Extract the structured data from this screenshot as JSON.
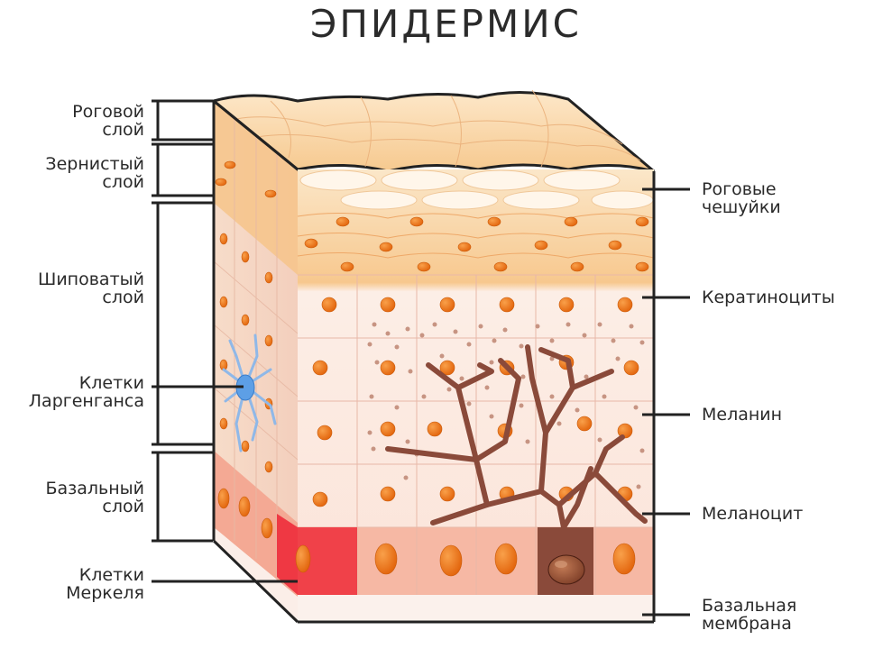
{
  "title": "ЭПИДЕРМИС",
  "left_labels": [
    {
      "id": "stratum-corneum",
      "text": "Роговой\nслой"
    },
    {
      "id": "stratum-granulosum",
      "text": "Зернистый\nслой"
    },
    {
      "id": "stratum-spinosum",
      "text": "Шиповатый\nслой"
    },
    {
      "id": "langerhans-cells",
      "text": "Клетки\nЛаргенганса"
    },
    {
      "id": "stratum-basale",
      "text": "Базальный\nслой"
    },
    {
      "id": "merkel-cells",
      "text": "Клетки\nМеркеля"
    }
  ],
  "right_labels": [
    {
      "id": "corneocytes",
      "text": "Роговые\nчешуйки"
    },
    {
      "id": "keratinocytes",
      "text": "Кератиноциты"
    },
    {
      "id": "melanin",
      "text": "Меланин"
    },
    {
      "id": "melanocyte",
      "text": "Меланоцит"
    },
    {
      "id": "basement-membrane",
      "text": "Базальная\nмембрана"
    }
  ],
  "colors": {
    "outline": "#222222",
    "nucleus": "#f07a1a",
    "granular_layer": "#f6c98f",
    "spinous_layer": "#fbe6dc",
    "basal_layer": "#f6b8a4",
    "merkel_cell": "#ee2b3a",
    "langerhans_cell": "#8fb8e8",
    "melanocyte": "#8a4a3a"
  }
}
